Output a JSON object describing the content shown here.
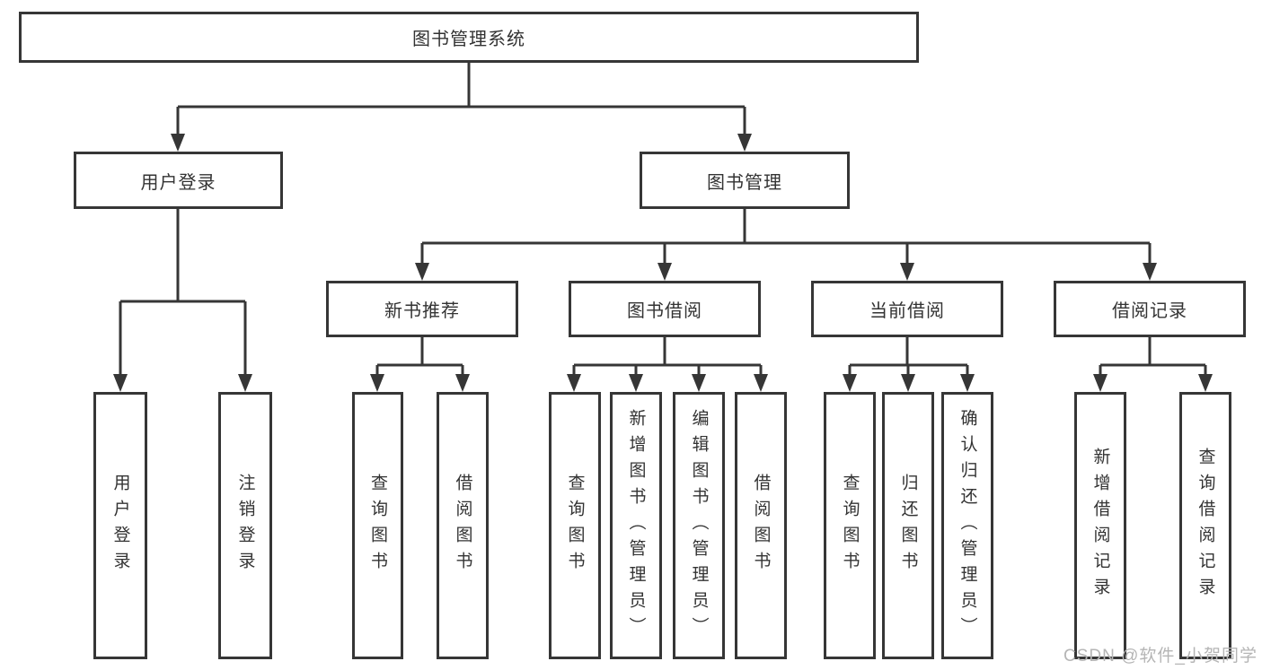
{
  "tree": {
    "root": {
      "label": "图书管理系统",
      "children": [
        {
          "label": "用户登录",
          "children": [
            {
              "label": "用户登录"
            },
            {
              "label": "注销登录"
            }
          ]
        },
        {
          "label": "图书管理",
          "children": [
            {
              "label": "新书推荐",
              "children": [
                {
                  "label": "查询图书"
                },
                {
                  "label": "借阅图书"
                }
              ]
            },
            {
              "label": "图书借阅",
              "children": [
                {
                  "label": "查询图书"
                },
                {
                  "label": "新增图书（管理员）"
                },
                {
                  "label": "编辑图书（管理员）"
                },
                {
                  "label": "借阅图书"
                }
              ]
            },
            {
              "label": "当前借阅",
              "children": [
                {
                  "label": "查询图书"
                },
                {
                  "label": "归还图书"
                },
                {
                  "label": "确认归还（管理员）"
                }
              ]
            },
            {
              "label": "借阅记录",
              "children": [
                {
                  "label": "新增借阅记录"
                },
                {
                  "label": "查询借阅记录"
                }
              ]
            }
          ]
        }
      ]
    }
  },
  "watermark": {
    "text": "CSDN @软件_小贺同学"
  },
  "colors": {
    "line": "#363636",
    "box_border": "#363636",
    "text": "#333333",
    "watermark": "#b5b5b5",
    "background": "#ffffff"
  }
}
